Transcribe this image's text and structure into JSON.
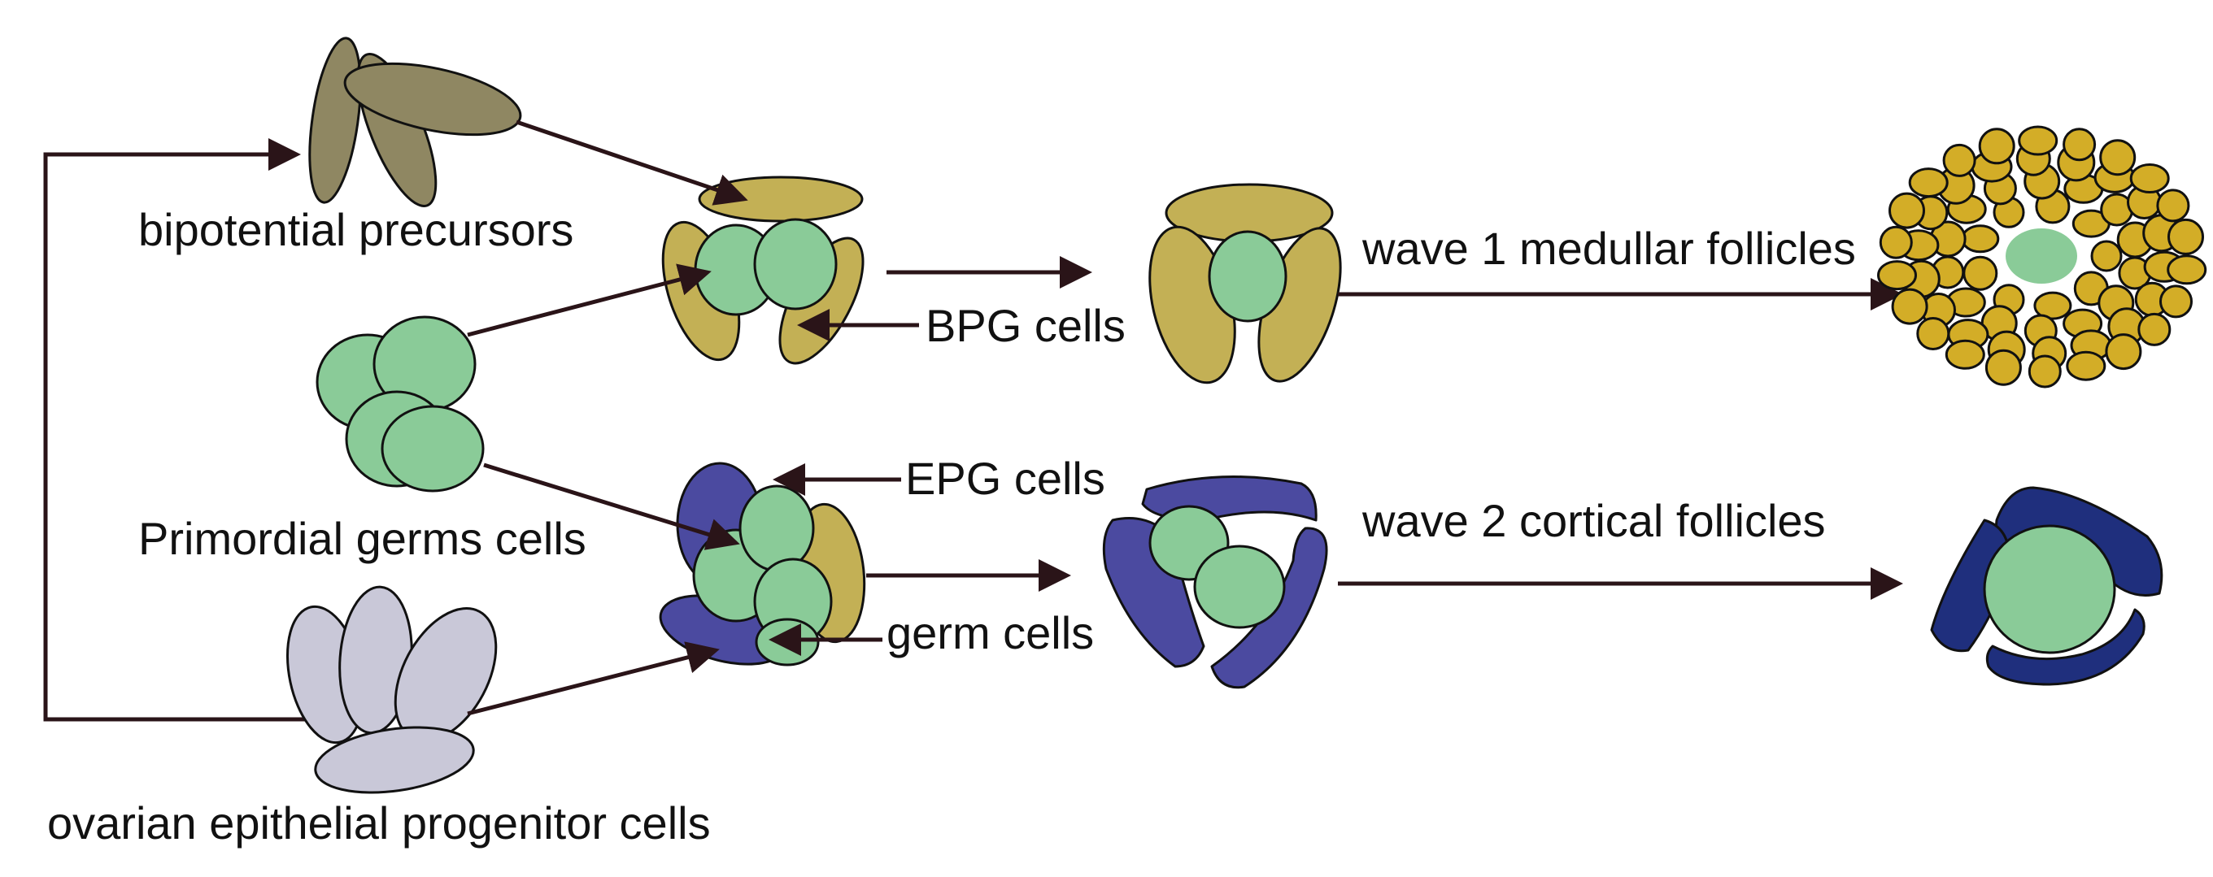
{
  "labels": {
    "bipotential_precursors": "bipotential precursors",
    "primordial_germ_cells": "Primordial germs cells",
    "ovarian_epithelial_progenitor_cells": "ovarian epithelial progenitor cells",
    "bpg_cells": "BPG cells",
    "epg_cells": "EPG cells",
    "germ_cells": "germ cells",
    "wave1": "wave 1 medullar follicles",
    "wave2": "wave 2 cortical follicles"
  },
  "colors": {
    "precursor": "#8f8762",
    "bpg": "#c3b055",
    "germ": "#8acb98",
    "epg": "#4b4aa0",
    "epithelial": "#c9c8d8",
    "medullar_granulosa": "#d3ad27",
    "cortical_granulosa": "#1f2f7d",
    "arrow": "#2a1418"
  }
}
